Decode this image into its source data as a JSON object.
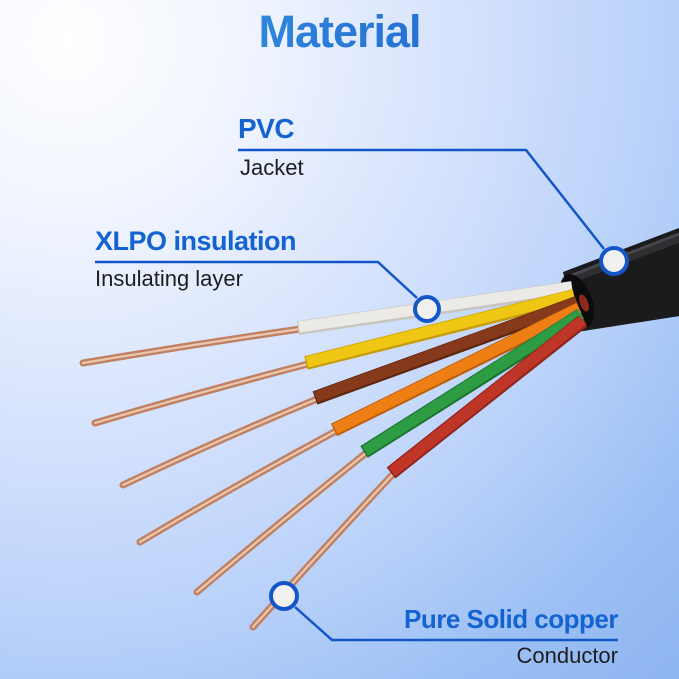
{
  "page": {
    "title": "Material"
  },
  "colors": {
    "accent_blue": "#1463d2",
    "connector_blue": "#1356c8",
    "title_gradient_start": "#3f9ce6",
    "title_gradient_end": "#1e56c9",
    "text_dark": "#1d1d1f",
    "marker_fill": "#f1f0ee",
    "background_top_left": "#ffffff",
    "background_bottom_right": "#8fb5f0"
  },
  "callouts": [
    {
      "id": "pvc",
      "label": "PVC",
      "sublabel": "Jacket"
    },
    {
      "id": "xlpo",
      "label": "XLPO insulation",
      "sublabel": "Insulating layer"
    },
    {
      "id": "copper",
      "label": "Pure Solid copper",
      "sublabel": "Conductor"
    }
  ],
  "cable": {
    "jacket": {
      "name": "PVC jacket",
      "color": "#1b1b1d",
      "sheen": "#47474b",
      "cut_face": "#0c0c0e"
    },
    "copper": {
      "name": "copper conductor",
      "base": "#c08163",
      "highlight": "#eac7ae"
    },
    "wires": [
      {
        "name": "white",
        "color": "#eceae6",
        "shade": "#c8c5bf"
      },
      {
        "name": "yellow",
        "color": "#eec614",
        "shade": "#c79d0b"
      },
      {
        "name": "brown",
        "color": "#86391b",
        "shade": "#5f2712"
      },
      {
        "name": "orange",
        "color": "#ee7f15",
        "shade": "#c05f0a"
      },
      {
        "name": "green",
        "color": "#2d9c43",
        "shade": "#1d7230"
      },
      {
        "name": "red",
        "color": "#bf3629",
        "shade": "#8e241b"
      }
    ]
  }
}
